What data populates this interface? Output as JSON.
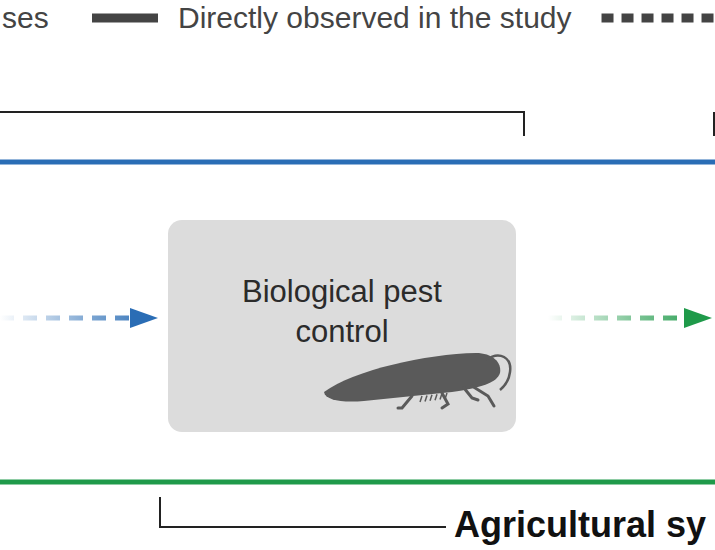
{
  "diagram": {
    "nodes": [
      {
        "text": [
          "Biological pest control"
        ]
      }
    ],
    "labels": [
      "Agricultural sy"
    ],
    "legend": [
      {
        "text": "ses"
      },
      {
        "text": "Directly observed in the study"
      }
    ]
  }
}
